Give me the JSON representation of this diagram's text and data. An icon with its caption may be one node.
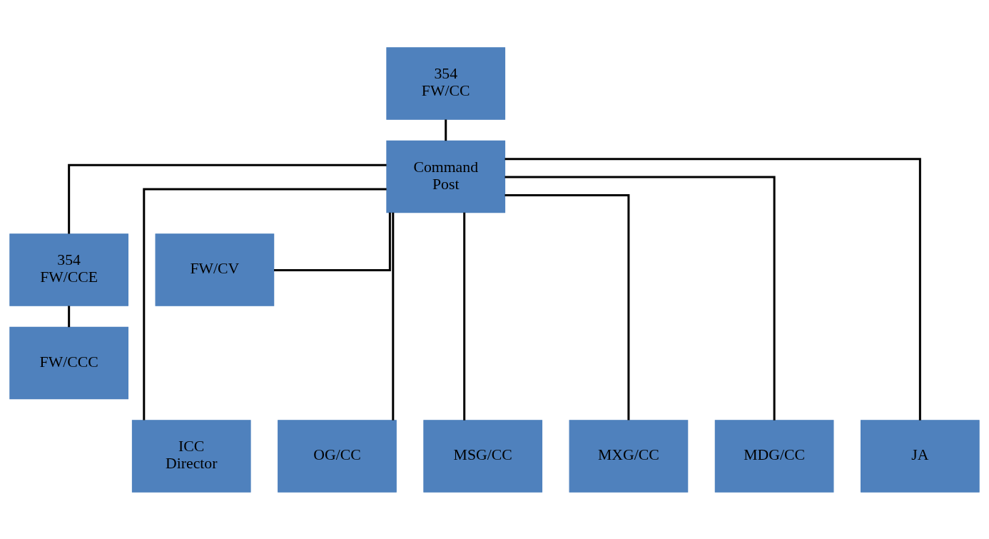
{
  "diagram": {
    "nodes": [
      {
        "text": [
          "354 FW/CC"
        ]
      },
      {
        "text": [
          "Command Post"
        ]
      },
      {
        "text": [
          "354 FW/CCE"
        ]
      },
      {
        "text": [
          "FW/CV"
        ]
      },
      {
        "text": [
          "FW/CCC"
        ]
      },
      {
        "text": [
          "ICC Director"
        ]
      },
      {
        "text": [
          "OG/CC"
        ]
      },
      {
        "text": [
          "MSG/CC"
        ]
      },
      {
        "text": [
          "MXG/CC"
        ]
      },
      {
        "text": [
          "MDG/CC"
        ]
      },
      {
        "text": [
          "JA"
        ]
      }
    ],
    "edges": [
      {
        "from": 0,
        "to": 1,
        "arrow": "none"
      },
      {
        "from": 1,
        "to": 2,
        "arrow": "none"
      },
      {
        "from": 1,
        "to": 3,
        "arrow": "none"
      },
      {
        "from": 2,
        "to": 4,
        "arrow": "none"
      },
      {
        "from": 1,
        "to": 5,
        "arrow": "none"
      },
      {
        "from": 1,
        "to": 6,
        "arrow": "none"
      },
      {
        "from": 1,
        "to": 7,
        "arrow": "none"
      },
      {
        "from": 1,
        "to": 8,
        "arrow": "none"
      },
      {
        "from": 1,
        "to": 9,
        "arrow": "none"
      },
      {
        "from": 1,
        "to": 10,
        "arrow": "none"
      }
    ]
  }
}
